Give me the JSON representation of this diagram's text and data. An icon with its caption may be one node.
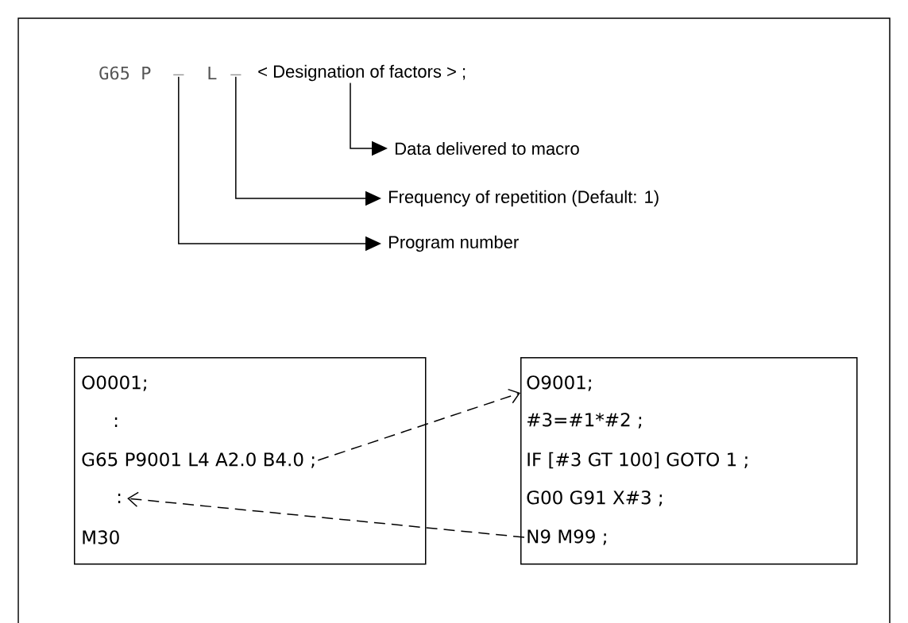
{
  "diagram": {
    "nodes": [
      {
        "text": [
          "_"
        ]
      },
      {
        "text": [
          "_"
        ]
      },
      {
        "text": [
          "< Designation of factors > ;"
        ]
      },
      {
        "text": [
          "Data delivered to macro"
        ]
      },
      {
        "text": [
          "Frequency of repetition (Default: 1)"
        ]
      },
      {
        "text": [
          "Program number"
        ]
      },
      {
        "text": [],
        "shape": "box"
      },
      {
        "text": [
          "O0001;"
        ],
        "in": 6
      },
      {
        "text": [
          ":"
        ],
        "in": 6
      },
      {
        "text": [
          "G65 P9001 L4 A2.0 B4.0 ;"
        ],
        "in": 6
      },
      {
        "text": [
          ":"
        ],
        "in": 6
      },
      {
        "text": [
          "M30"
        ],
        "in": 6
      },
      {
        "text": [],
        "shape": "box"
      },
      {
        "text": [
          "O9001;"
        ],
        "in": 12
      },
      {
        "text": [
          "#3=#1*#2 ;"
        ],
        "in": 12
      },
      {
        "text": [
          "IF [#3 GT 100] GOTO 1 ;"
        ],
        "in": 12
      },
      {
        "text": [
          "G00 G91 X#3 ;"
        ],
        "in": 12
      },
      {
        "text": [
          "N9 M99 ;"
        ],
        "in": 12
      }
    ],
    "edges": [
      {
        "from": 2,
        "to": 3,
        "arrow": "to"
      },
      {
        "from": 1,
        "to": 4,
        "arrow": "to"
      },
      {
        "from": 0,
        "to": 5,
        "arrow": "to"
      },
      {
        "from": 9,
        "to": 12,
        "arrow": "to",
        "style": "dashed"
      },
      {
        "from": 17,
        "to": 10,
        "arrow": "to",
        "style": "dashed"
      }
    ],
    "labels": [
      "G65 P",
      "L"
    ]
  }
}
